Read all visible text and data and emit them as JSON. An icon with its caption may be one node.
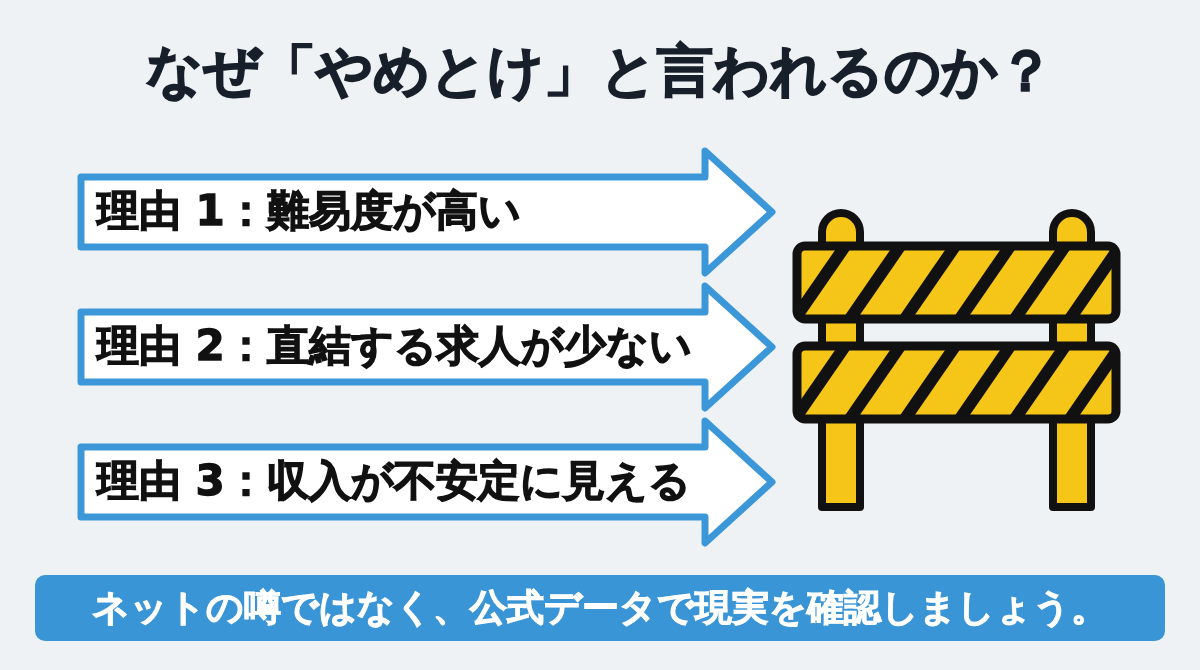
{
  "diagram": {
    "title": "なぜ「やめとけ」と言われるのか？",
    "nodes": [
      {
        "text": [
          "理由 1：難易度が高い"
        ]
      },
      {
        "text": [
          "理由 2：直結する求人が少ない"
        ]
      },
      {
        "text": [
          "理由 3：収入が不安定に見える"
        ]
      },
      {
        "text": [
          "ネットの噂ではなく、公式データで現実を確認しましょう。"
        ]
      }
    ]
  }
}
